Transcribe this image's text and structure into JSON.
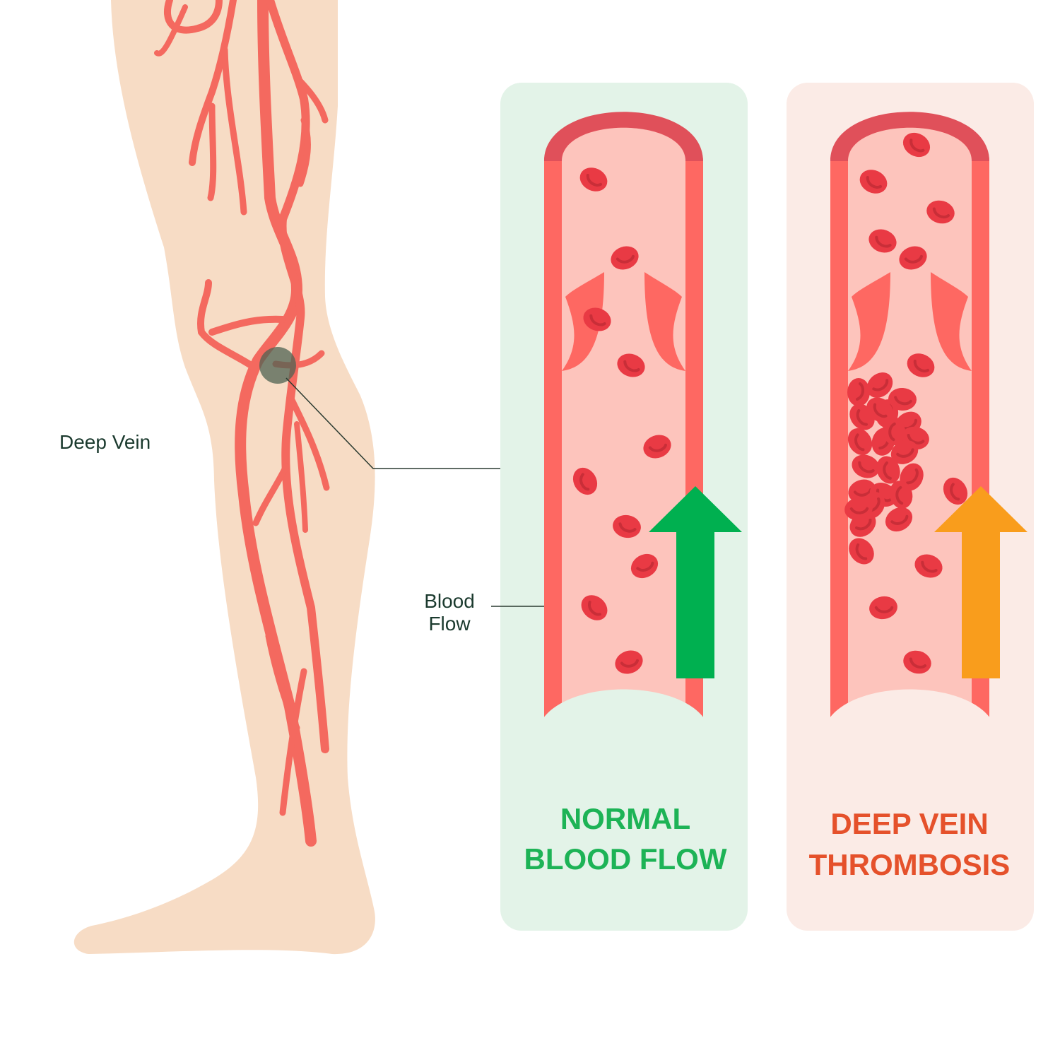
{
  "labels": {
    "deep_vein": "Deep Vein",
    "blood_flow_line1": "Blood",
    "blood_flow_line2": "Flow"
  },
  "panels": [
    {
      "title_line1": "NORMAL",
      "title_line2": "BLOOD FLOW",
      "title_color": "#1db356",
      "background": "#e3f3e8",
      "arrow_color": "#00b050"
    },
    {
      "title_line1": "DEEP VEIN",
      "title_line2": "THROMBOSIS",
      "title_color": "#e5512b",
      "background": "#fbebe6",
      "arrow_color": "#f99d1c"
    }
  ],
  "colors": {
    "skin": "#f7dcc5",
    "vein": "#f4695f",
    "vessel_wall": "#fe6862",
    "vessel_arch": "#e0505a",
    "vessel_inner": "#fdc4bc",
    "cell": "#e93a44",
    "cell_dark": "#c92e38"
  }
}
